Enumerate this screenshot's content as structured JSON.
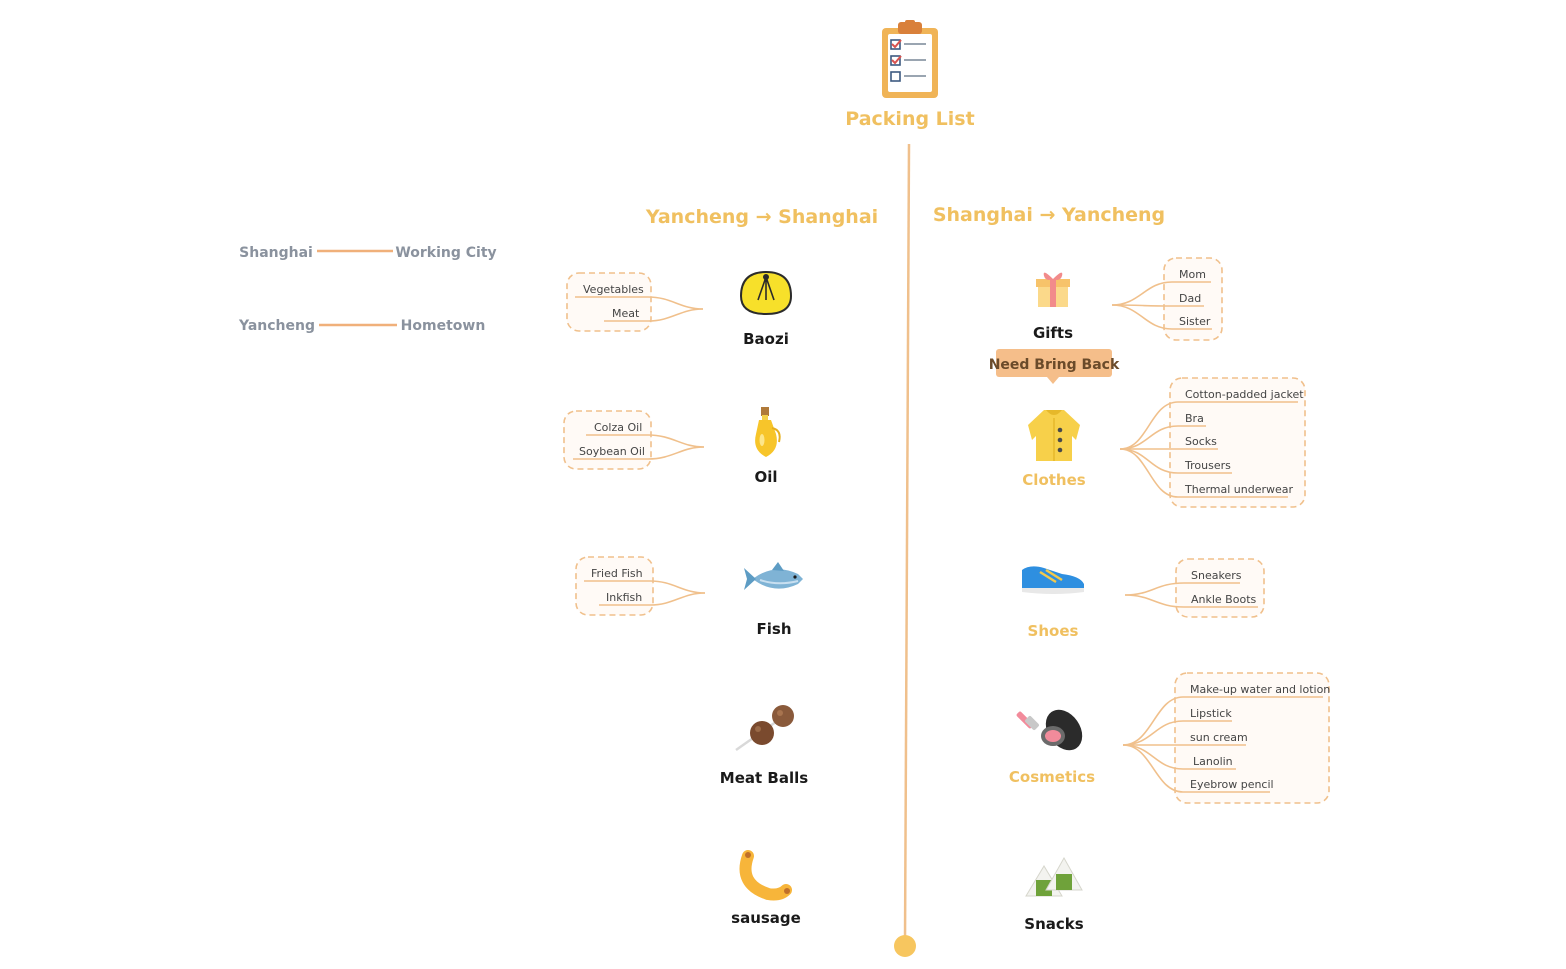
{
  "colors": {
    "accent": "#f0c060",
    "connector": "#f0c08c",
    "callout_bg": "#f5be8a",
    "legend_text": "#8a929e",
    "dark_text": "#1a1a1a"
  },
  "title": "Packing List",
  "root_icon": "clipboard-checklist-icon",
  "legend": [
    {
      "left": "Shanghai",
      "right": "Working City"
    },
    {
      "left": "Yancheng",
      "right": "Hometown"
    }
  ],
  "left_branch": {
    "title": "Yancheng → Shanghai",
    "topics": [
      {
        "label": "Baozi",
        "icon": "baozi-icon",
        "items": [
          "Vegetables",
          "Meat"
        ]
      },
      {
        "label": "Oil",
        "icon": "oil-bottle-icon",
        "items": [
          "Colza Oil",
          "Soybean Oil"
        ]
      },
      {
        "label": "Fish",
        "icon": "fish-icon",
        "items": [
          "Fried Fish",
          "Inkfish"
        ]
      },
      {
        "label": "Meat Balls",
        "icon": "meatballs-icon",
        "items": []
      },
      {
        "label": "sausage",
        "icon": "sausage-icon",
        "items": []
      }
    ]
  },
  "right_branch": {
    "title": "Shanghai → Yancheng",
    "topics": [
      {
        "label": "Gifts",
        "icon": "gift-icon",
        "items": [
          "Mom",
          "Dad",
          "Sister"
        ]
      },
      {
        "label": "Clothes",
        "icon": "coat-icon",
        "callout": "Need Bring Back",
        "items": [
          "Cotton-padded jacket",
          "Bra",
          "Socks",
          "Trousers",
          "Thermal underwear"
        ]
      },
      {
        "label": "Shoes",
        "icon": "sneaker-icon",
        "items": [
          "Sneakers",
          "Ankle Boots"
        ]
      },
      {
        "label": "Cosmetics",
        "icon": "cosmetics-icon",
        "items": [
          "Make-up water and lotion",
          "Lipstick",
          "sun cream",
          "Lanolin",
          "Eyebrow pencil"
        ]
      },
      {
        "label": "Snacks",
        "icon": "rice-ball-icon",
        "items": []
      }
    ]
  }
}
